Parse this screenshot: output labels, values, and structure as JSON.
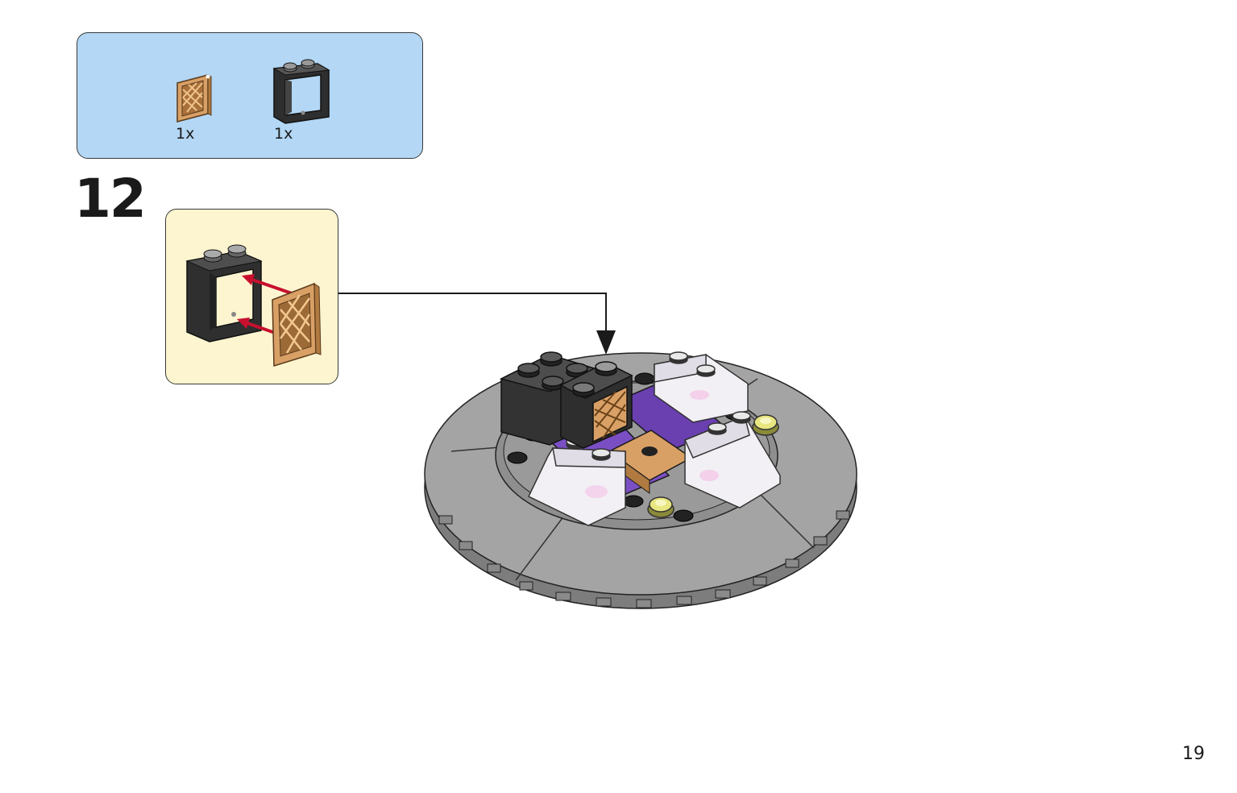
{
  "parts_list": {
    "items": [
      {
        "icon": "tan-lattice-panel-icon",
        "quantity": "1x"
      },
      {
        "icon": "black-window-frame-icon",
        "quantity": "1x"
      }
    ]
  },
  "step": {
    "number": "12"
  },
  "page": {
    "number": "19"
  },
  "colors": {
    "parts_panel_bg": "#b3d7f5",
    "callout_bg": "#fdf5d0",
    "arrow_red": "#c8102e",
    "tan": "#d9a066",
    "black_brick": "#3b3b3b",
    "base_gray": "#9e9e9e"
  }
}
